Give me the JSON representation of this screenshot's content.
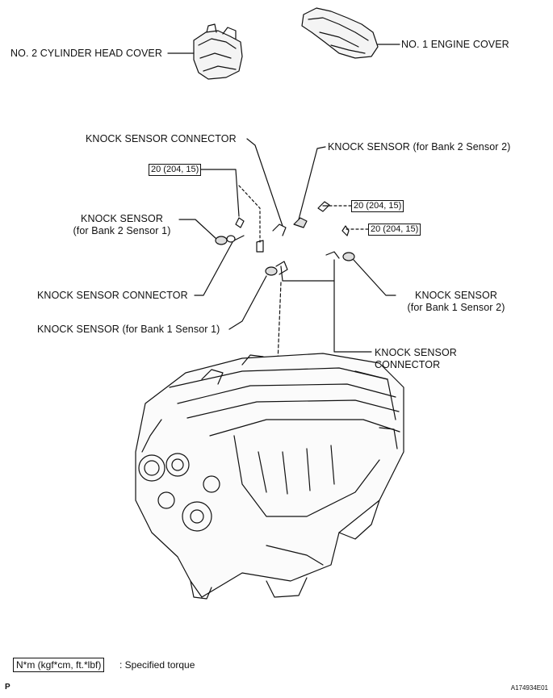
{
  "labels": {
    "no2_cyl_head_cover": "NO. 2 CYLINDER HEAD COVER",
    "no1_engine_cover": "NO. 1 ENGINE COVER",
    "ks_connector_top": "KNOCK SENSOR CONNECTOR",
    "ks_bank2_sensor2": "KNOCK SENSOR (for Bank 2 Sensor 2)",
    "ks_bank2_sensor1_l1": "KNOCK SENSOR",
    "ks_bank2_sensor1_l2": "(for Bank 2 Sensor 1)",
    "ks_connector_left": "KNOCK SENSOR CONNECTOR",
    "ks_bank1_sensor1": "KNOCK SENSOR (for Bank 1 Sensor 1)",
    "ks_bank1_sensor2_l1": "KNOCK SENSOR",
    "ks_bank1_sensor2_l2": "(for Bank 1 Sensor 2)",
    "ks_connector_right_l1": "KNOCK SENSOR",
    "ks_connector_right_l2": "CONNECTOR"
  },
  "torque": {
    "t1": "20 (204, 15)",
    "t2": "20 (204, 15)",
    "t3": "20 (204, 15)"
  },
  "legend": {
    "unit": "N*m (kgf*cm, ft.*lbf)",
    "text": ": Specified torque"
  },
  "footer": {
    "page_mark": "P",
    "figure_id": "A174934E01"
  }
}
